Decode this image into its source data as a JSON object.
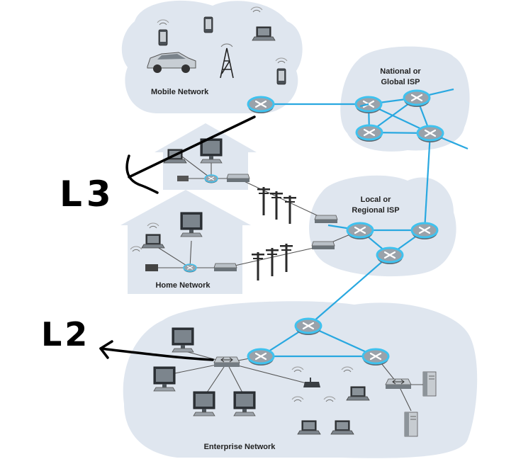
{
  "labels": {
    "mobile_network": "Mobile Network",
    "global_isp_line1": "National or",
    "global_isp_line2": "Global ISP",
    "regional_isp_line1": "Local or",
    "regional_isp_line2": "Regional ISP",
    "home_network": "Home Network",
    "enterprise_network": "Enterprise Network"
  },
  "annotations": {
    "upper_mark": "L3",
    "lower_mark": "L2"
  },
  "colors": {
    "cloud_fill": "#dfe6ef",
    "link_blue": "#29a8e0",
    "router_fill": "#8e969e",
    "router_ring": "#3fc2ef",
    "ink": "#000000"
  }
}
